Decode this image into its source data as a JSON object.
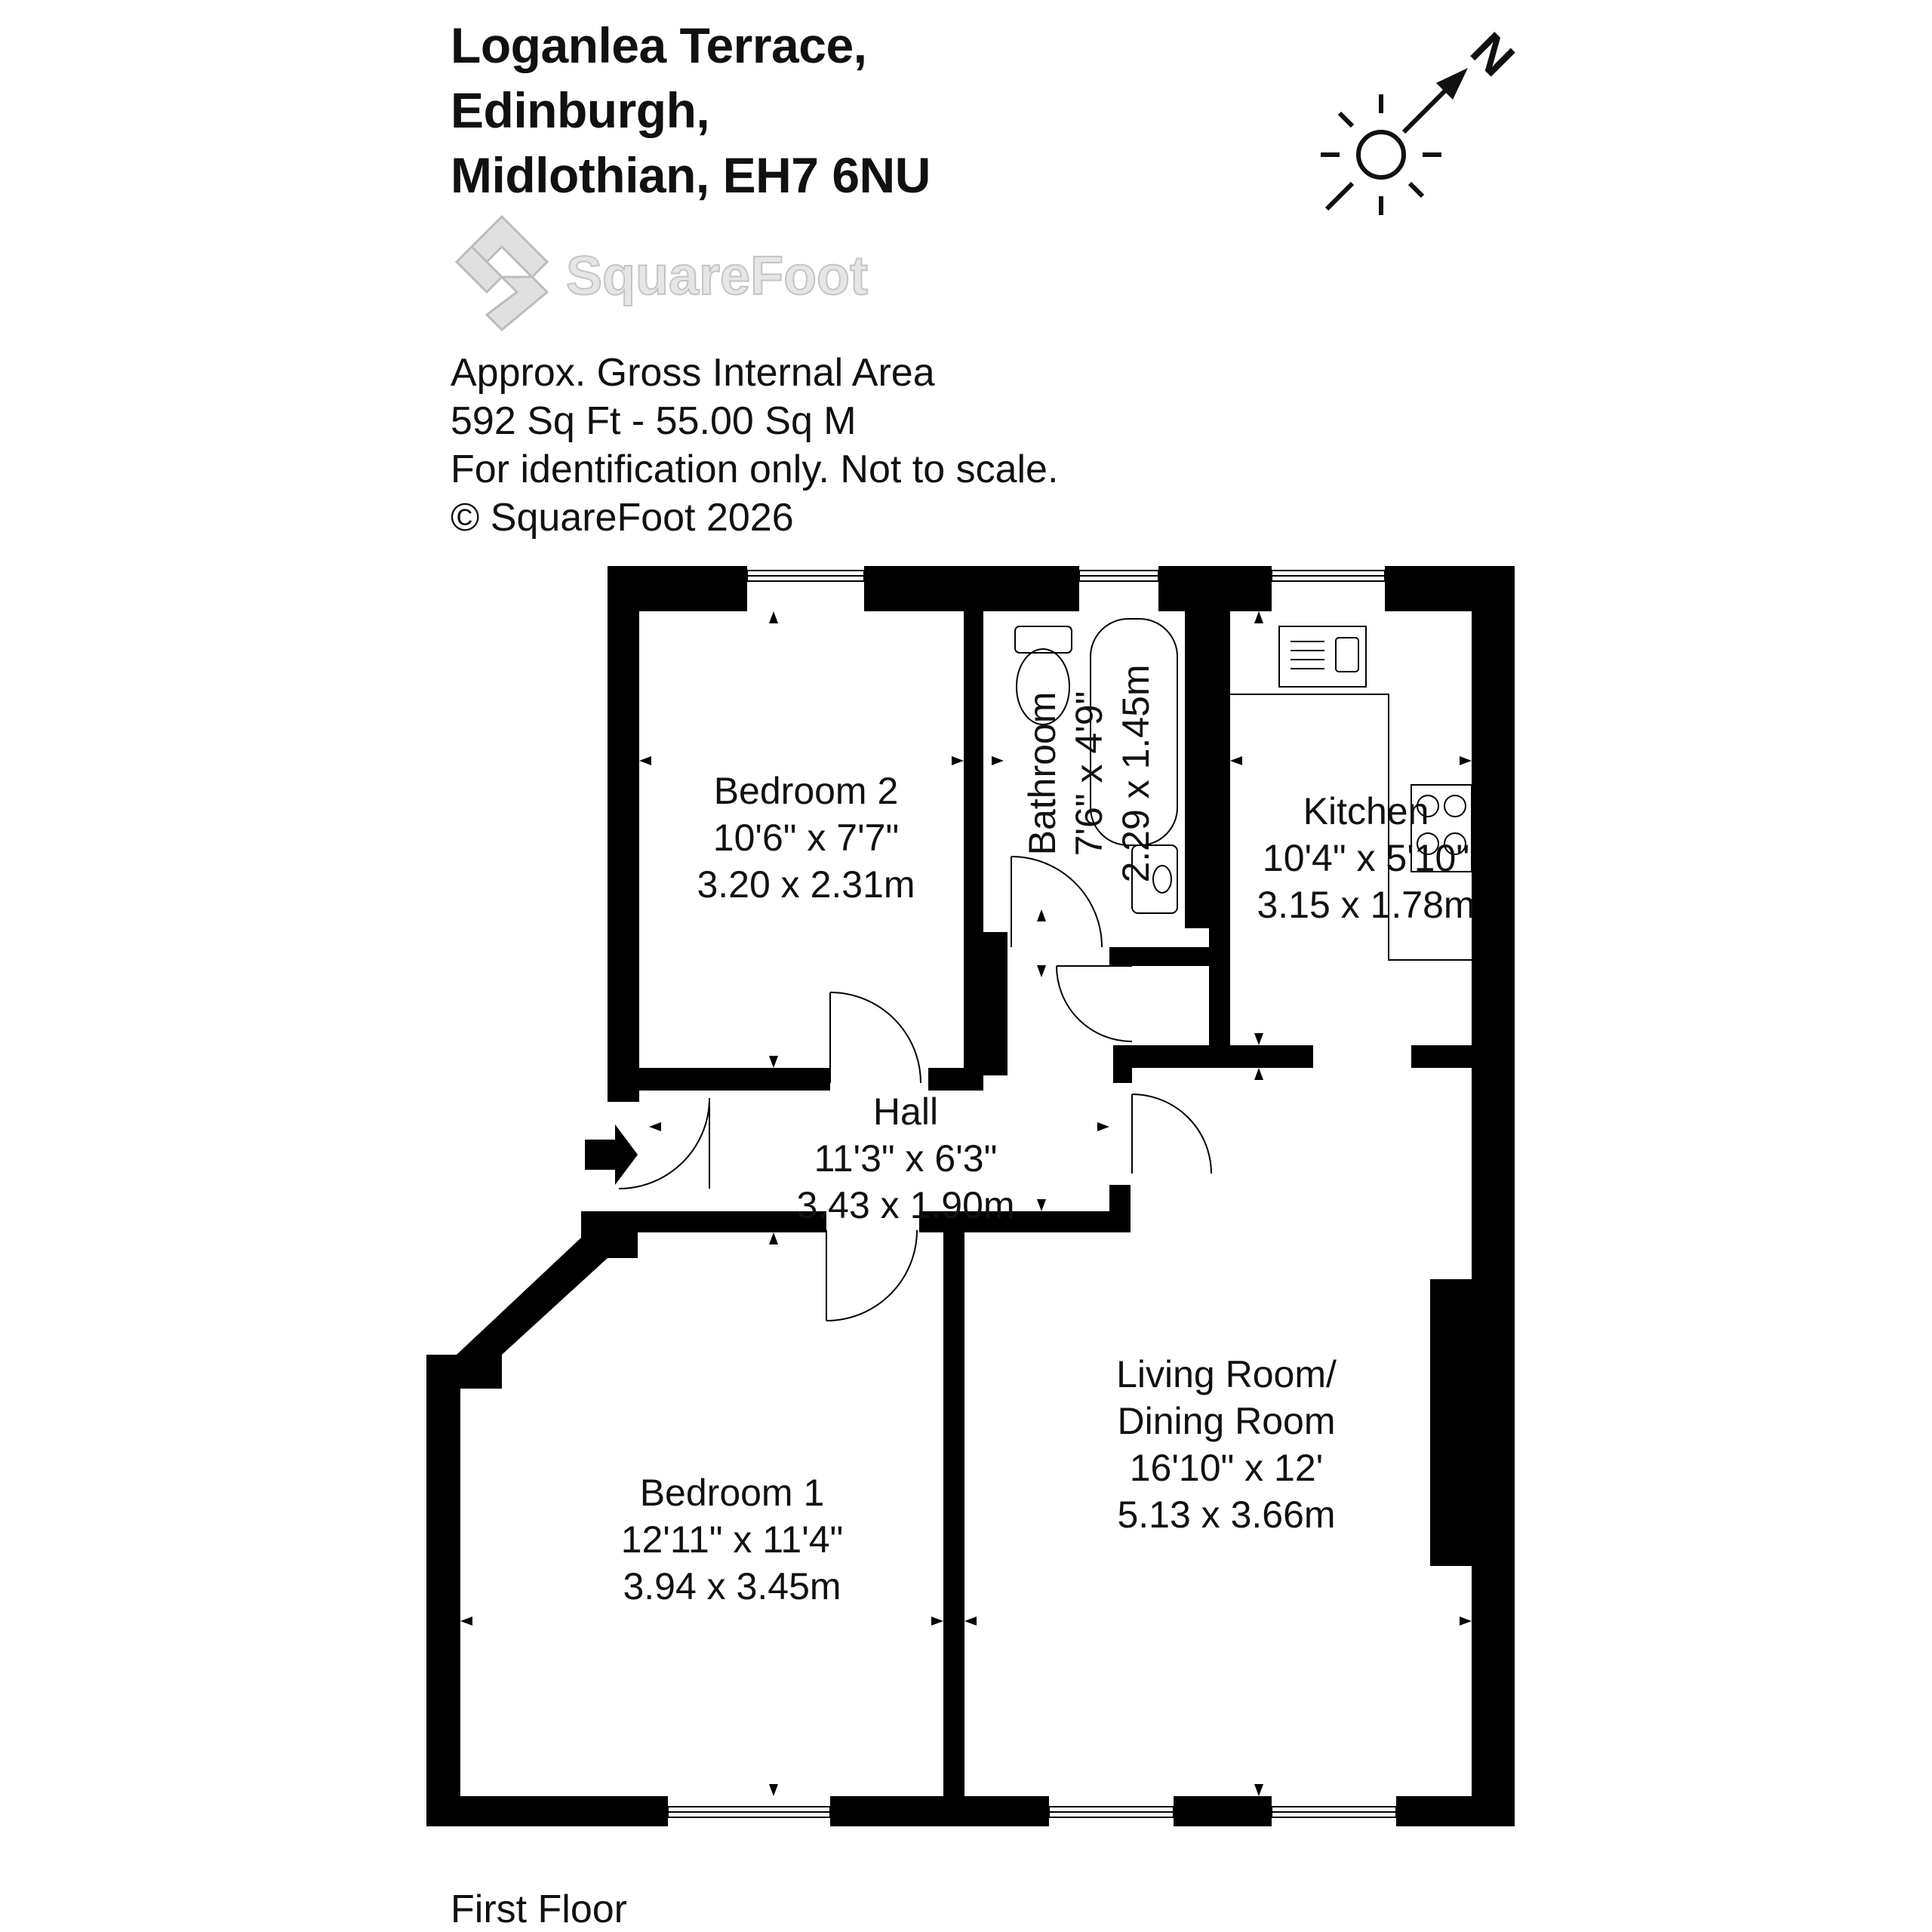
{
  "address": {
    "line1": "Loganlea Terrace,",
    "line2": "Edinburgh,",
    "line3": "Midlothian, EH7 6NU"
  },
  "brand": {
    "name": "SquareFoot",
    "logo_icon": "squarefoot-logo-icon"
  },
  "area": {
    "heading": "Approx. Gross Internal Area",
    "value": "592 Sq Ft  -  55.00 Sq M",
    "disclaimer": "For identification only. Not to scale.",
    "copyright": "© SquareFoot 2026"
  },
  "compass": {
    "label": "N",
    "icon": "sun-compass-icon"
  },
  "rooms": {
    "bedroom2": {
      "name": "Bedroom 2",
      "imperial": "10'6\" x 7'7\"",
      "metric": "3.20 x 2.31m"
    },
    "bathroom": {
      "name": "Bathroom",
      "imperial": "7'6\" x 4'9\"",
      "metric": "2.29 x 1.45m"
    },
    "kitchen": {
      "name": "Kitchen",
      "imperial": "10'4\" x 5'10\"",
      "metric": "3.15 x 1.78m"
    },
    "hall": {
      "name": "Hall",
      "imperial": "11'3\" x 6'3\"",
      "metric": "3.43 x 1.90m"
    },
    "bedroom1": {
      "name": "Bedroom 1",
      "imperial": "12'11\" x 11'4\"",
      "metric": "3.94 x 3.45m"
    },
    "living": {
      "name1": "Living Room/",
      "name2": "Dining Room",
      "imperial": "16'10\" x 12'",
      "metric": "5.13 x 3.66m"
    }
  },
  "floor": {
    "label": "First Floor"
  }
}
